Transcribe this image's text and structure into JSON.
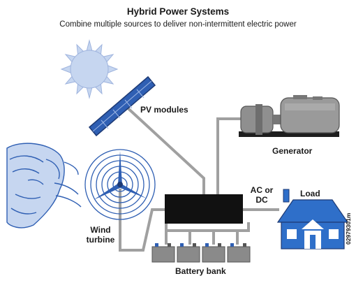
{
  "header": {
    "title": "Hybrid Power Systems",
    "subtitle": "Combine multiple sources to deliver non-intermittent electric power"
  },
  "labels": {
    "pv_modules": "PV modules",
    "generator": "Generator",
    "ac_dc_line1": "AC or",
    "ac_dc_line2": "DC",
    "load": "Load",
    "wind_line1": "Wind",
    "wind_line2": "turbine",
    "battery_bank": "Battery bank"
  },
  "figure_code": "02979301m",
  "colors": {
    "sky_blue": "#c6d6f0",
    "panel_blue": "#2f5fb3",
    "house_blue": "#2f6fc9",
    "wire_gray": "#9a9a9a",
    "controller": "#111111",
    "generator_gray": "#8f8f8f"
  }
}
